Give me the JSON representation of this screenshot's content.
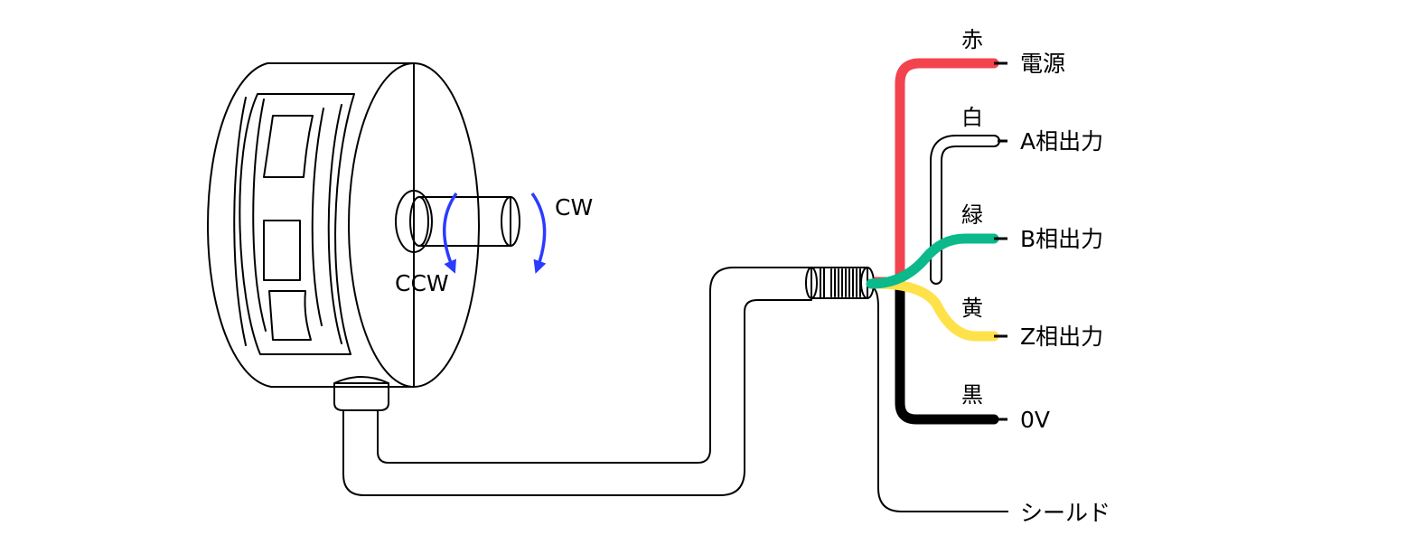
{
  "rotation": {
    "cw_label": "CW",
    "ccw_label": "CCW",
    "arrow_color": "#2b3bff"
  },
  "wires": [
    {
      "color_name": "赤",
      "signal": "電源",
      "color": "#f2434f"
    },
    {
      "color_name": "白",
      "signal": "A相出力",
      "color": "#ffffff"
    },
    {
      "color_name": "緑",
      "signal": "B相出力",
      "color": "#0bb98a"
    },
    {
      "color_name": "黄",
      "signal": "Z相出力",
      "color": "#ffe14a"
    },
    {
      "color_name": "黒",
      "signal": "0V",
      "color": "#000000"
    }
  ],
  "shield": {
    "label": "シールド"
  }
}
